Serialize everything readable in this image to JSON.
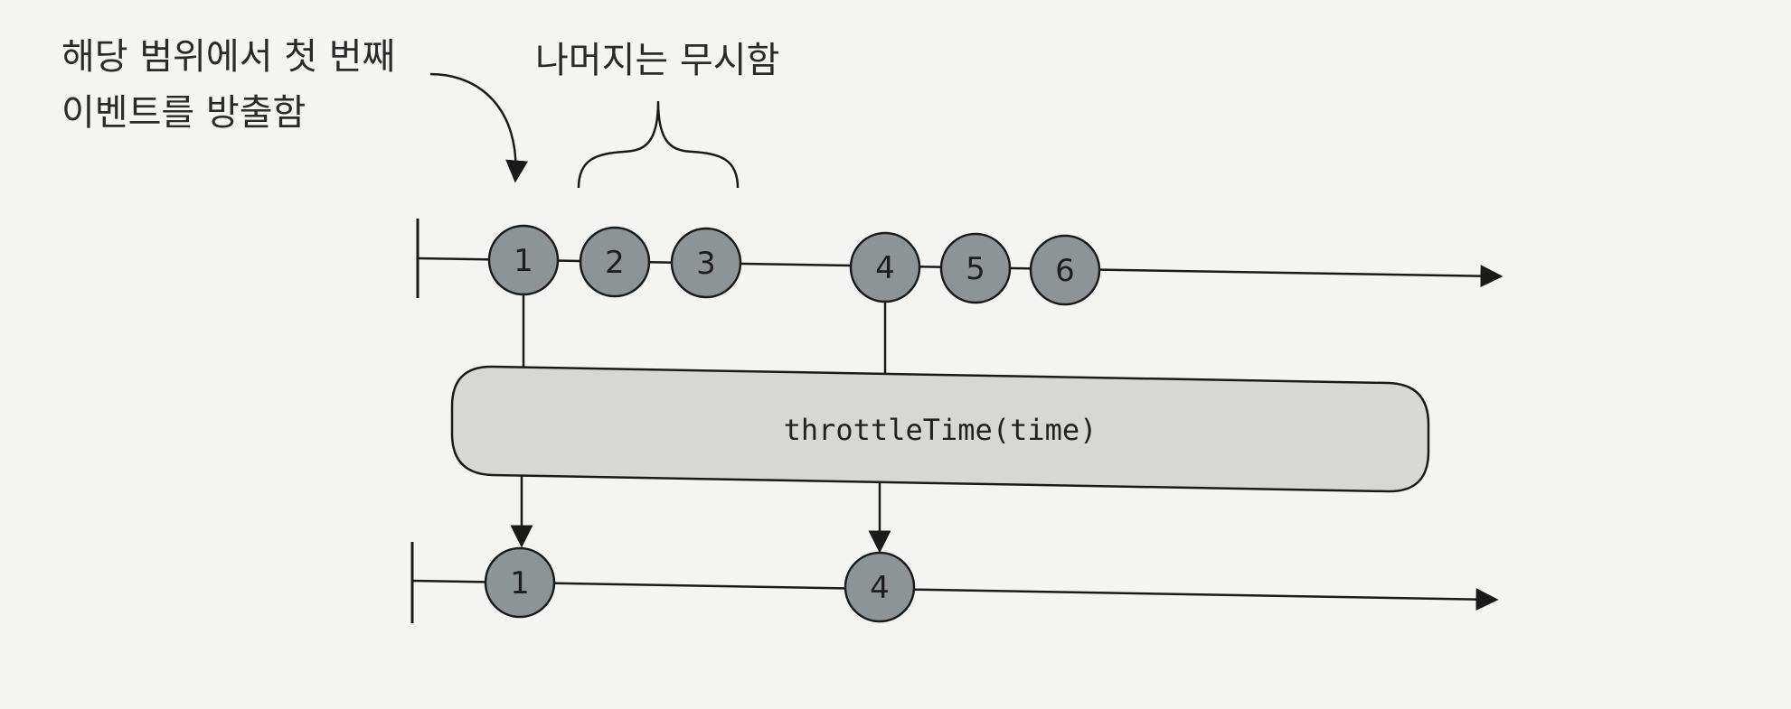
{
  "annotations": {
    "first_event_line1": "해당 범위에서 첫 번째",
    "first_event_line2": "이벤트를 방출함",
    "ignore_rest": "나머지는 무시함"
  },
  "operator": {
    "label": "throttleTime(time)"
  },
  "source_stream": {
    "events": [
      "1",
      "2",
      "3",
      "4",
      "5",
      "6"
    ]
  },
  "output_stream": {
    "events": [
      "1",
      "4"
    ]
  },
  "colors": {
    "marble_fill": "#8e9396",
    "operator_fill": "#d7d7d5",
    "line": "#1a1a1a"
  }
}
